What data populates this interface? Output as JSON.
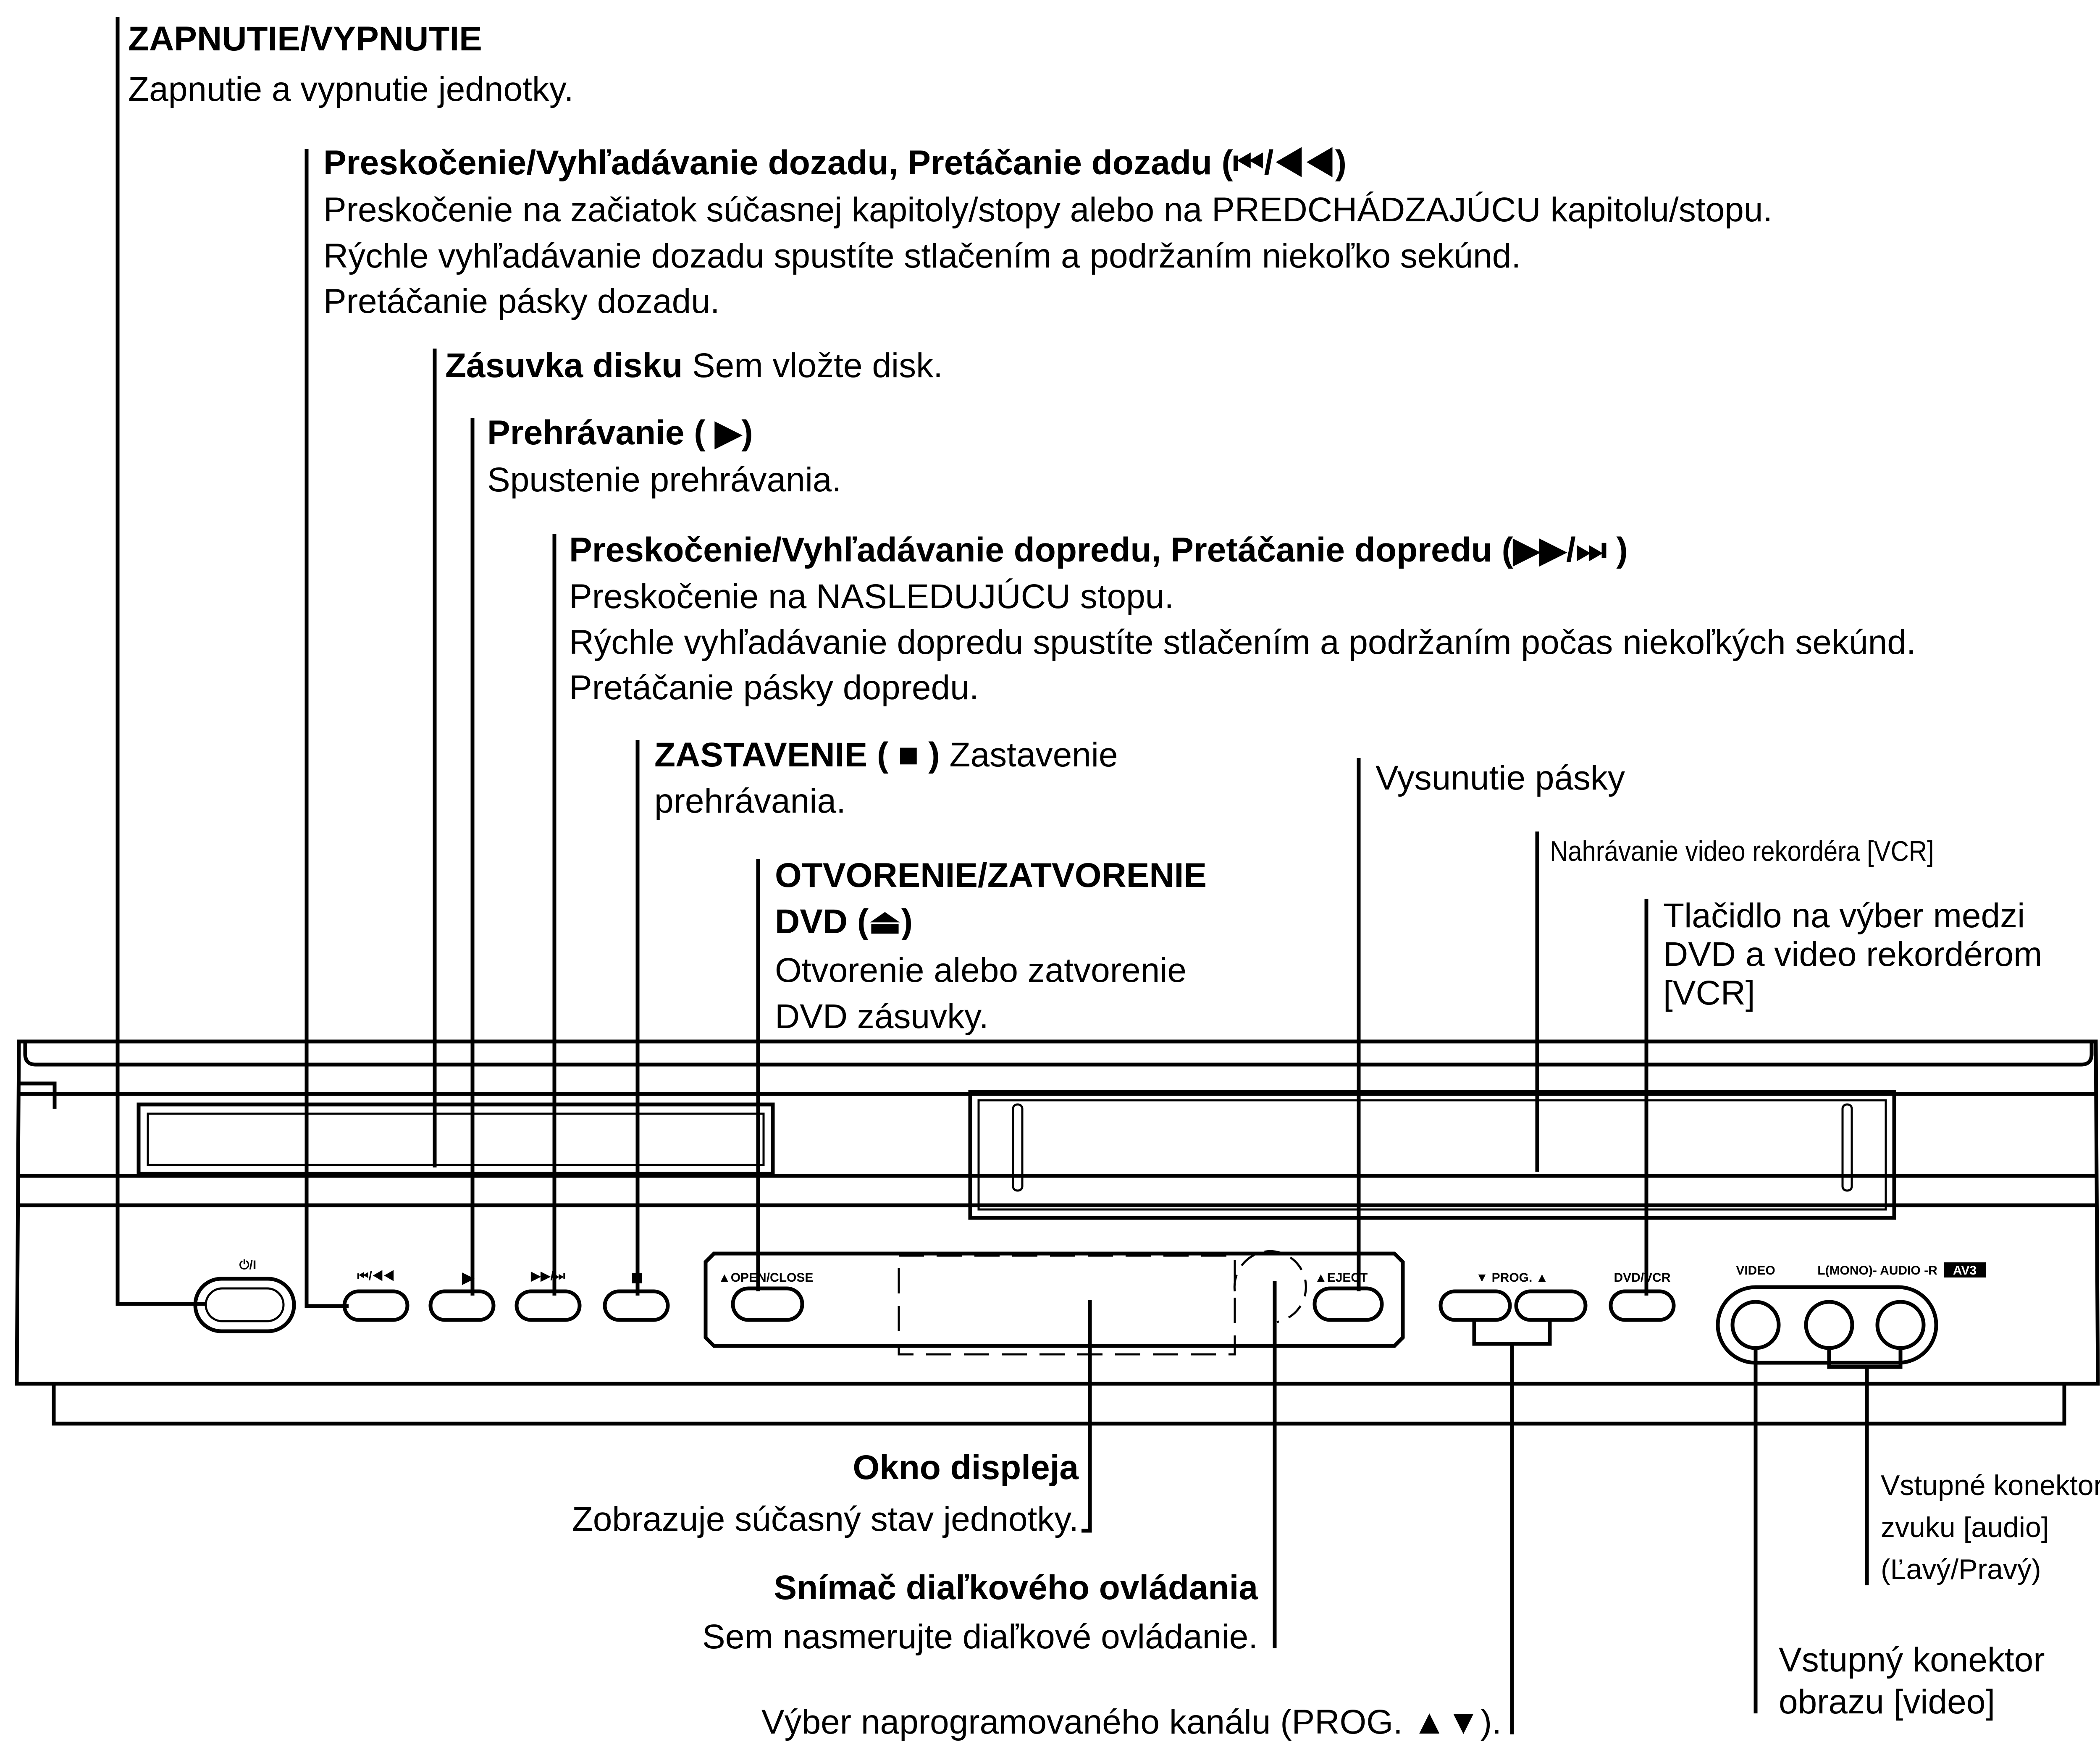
{
  "labels": {
    "power": {
      "title": "ZAPNUTIE/VYPNUTIE",
      "desc": "Zapnutie a vypnutie jednotky."
    },
    "skip_back": {
      "title": "Preskočenie/Vyhľadávanie dozadu, Pretáčanie dozadu (",
      "symbol": "⏮/◀◀",
      "close": ")",
      "lines": [
        "Preskočenie na začiatok súčasnej kapitoly/stopy alebo na PREDCHÁDZAJÚCU kapitolu/stopu.",
        "Rýchle vyhľadávanie dozadu spustíte stlačením a podržaním niekoľko sekúnd.",
        "Pretáčanie pásky dozadu."
      ]
    },
    "disc_tray": {
      "title": "Zásuvka disku",
      "desc": " Sem vložte disk."
    },
    "play": {
      "title": "Prehrávanie ( ▶)",
      "desc": "Spustenie prehrávania."
    },
    "skip_fwd": {
      "title": "Preskočenie/Vyhľadávanie dopredu, Pretáčanie dopredu (",
      "symbol": "▶▶/⏭",
      "close": " )",
      "lines": [
        "Preskočenie na NASLEDUJÚCU stopu.",
        "Rýchle vyhľadávanie dopredu spustíte stlačením a podržaním počas niekoľkých sekúnd.",
        "Pretáčanie pásky dopredu."
      ]
    },
    "stop": {
      "title": "ZASTAVENIE ( ■ )",
      "desc_1": "  Zastavenie",
      "desc_2": "prehrávania."
    },
    "open_close": {
      "title_1": "OTVORENIE/ZATVORENIE",
      "title_2": "DVD (⏏)",
      "desc_1": "Otvorenie alebo zatvorenie",
      "desc_2": "DVD zásuvky."
    },
    "eject": {
      "desc": "Vysunutie pásky"
    },
    "vcr_slot": {
      "desc": "Nahrávanie video  rekordéra [VCR]"
    },
    "dvd_vcr": {
      "line_1": "Tlačidlo na výber medzi",
      "line_2": "DVD a video rekordérom",
      "line_3": "[VCR]"
    },
    "display": {
      "title": "Okno displeja",
      "desc": "Zobrazuje súčasný stav jednotky."
    },
    "remote": {
      "title": "Snímač diaľkového ovládania",
      "desc": "Sem nasmerujte diaľkové ovládanie."
    },
    "prog": {
      "desc": "Výber naprogramovaného kanálu  (PROG. ▲▼)."
    },
    "audio_in": {
      "line_1": "Vstupné konektory",
      "line_2": "zvuku [audio]",
      "line_3": "(Ľavý/Pravý)"
    },
    "video_in": {
      "line_1": "Vstupný konektor",
      "line_2": "obrazu [video]"
    }
  },
  "panel": {
    "power_label": "⏻/I",
    "skip_back_label": "⏮/◀◀",
    "skip_fwd_label": "▶▶/⏭",
    "open_close_label": "▲OPEN/CLOSE",
    "eject_label": "▲EJECT",
    "prog_label": "▼ PROG. ▲",
    "dvd_vcr_label": "DVD/VCR",
    "video_label": "VIDEO",
    "audio_label": "L(MONO)- AUDIO -R",
    "av3_label": "AV3"
  }
}
